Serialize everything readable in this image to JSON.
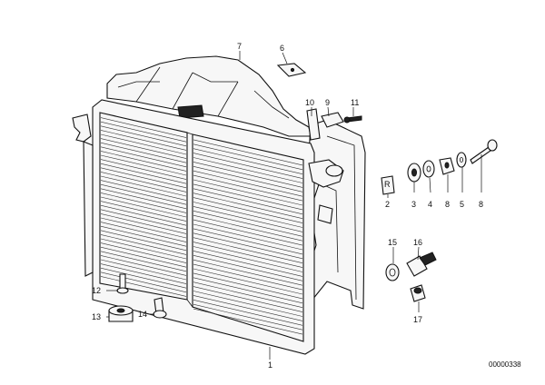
{
  "diagram": {
    "callouts": {
      "c1": "1",
      "c2": "2",
      "c3": "3",
      "c4": "4",
      "c5": "5",
      "c6": "6",
      "c7": "7",
      "c8": "8",
      "c9": "9",
      "c10": "10",
      "c11": "11",
      "c12": "12",
      "c13": "13",
      "c14": "14",
      "c15": "15",
      "c16": "16",
      "c17": "17"
    },
    "document_number": "00000338"
  }
}
